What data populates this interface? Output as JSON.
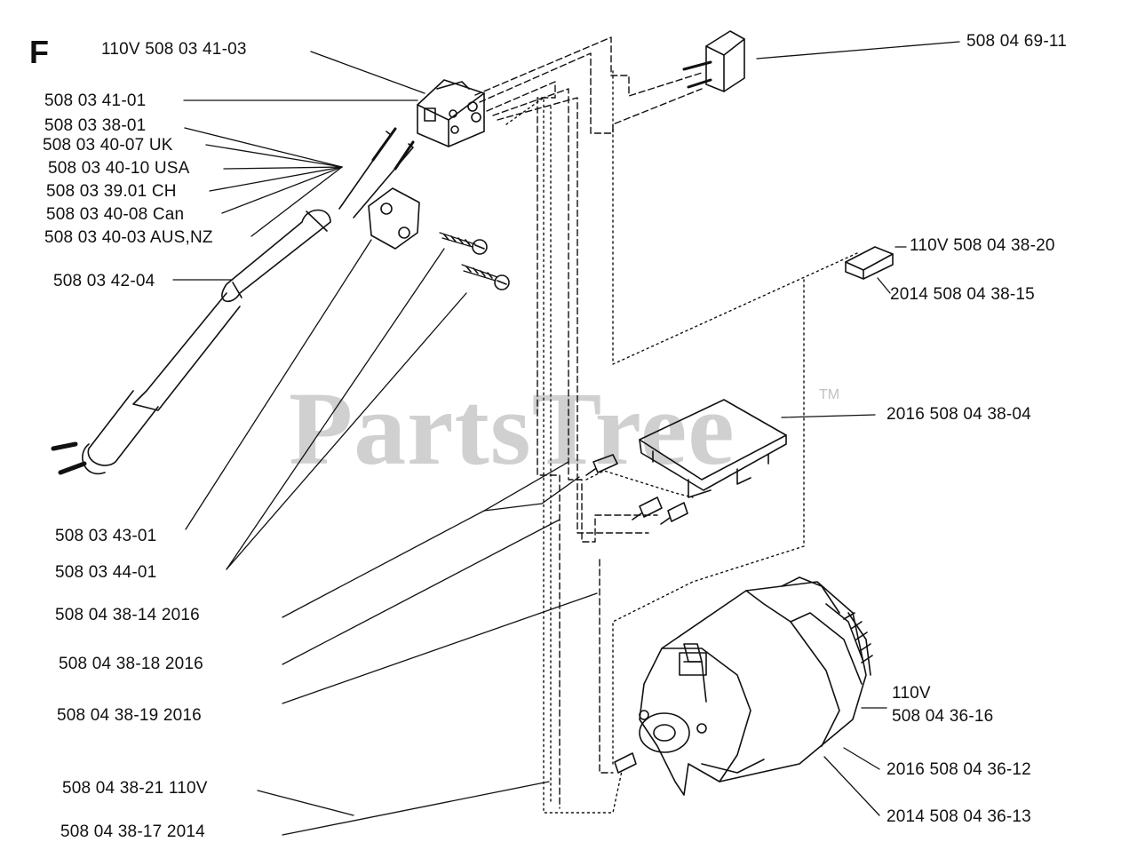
{
  "section_letter": "F",
  "watermark": {
    "text": "PartsTree",
    "trademark": "TM"
  },
  "callouts": {
    "switch_110v": "110V  508 03 41-03",
    "switch": "508 03 41-01",
    "cord_1": "508 03 38-01",
    "cord_uk": "508 03 40-07  UK",
    "cord_usa": "508 03 40-10  USA",
    "cord_ch": "508 03 39.01  CH",
    "cord_can": "508 03 40-08  Can",
    "cord_aus": "508 03 40-03  AUS,NZ",
    "cord_guard": "508 03 42-04",
    "clamp_plate": "508 03 43-01",
    "screws": "508 03 44-01",
    "wire_14": "508 04 38-14  2016",
    "wire_18": "508 04 38-18  2016",
    "wire_19": "508 04 38-19  2016",
    "wire_21": "508 04 38-21  110V",
    "wire_17": "508 04 38-17  2014",
    "capacitor": "508 04 69-11",
    "connector_110v": "110V  508 04 38-20",
    "connector_2014": "2014  508 04 38-15",
    "board_2016": "2016  508 04 38-04",
    "motor_110v_a": "110V",
    "motor_110v_b": "508 04 36-16",
    "motor_2016": "2016  508 04 36-12",
    "motor_2014": "2014  508 04 36-13"
  }
}
